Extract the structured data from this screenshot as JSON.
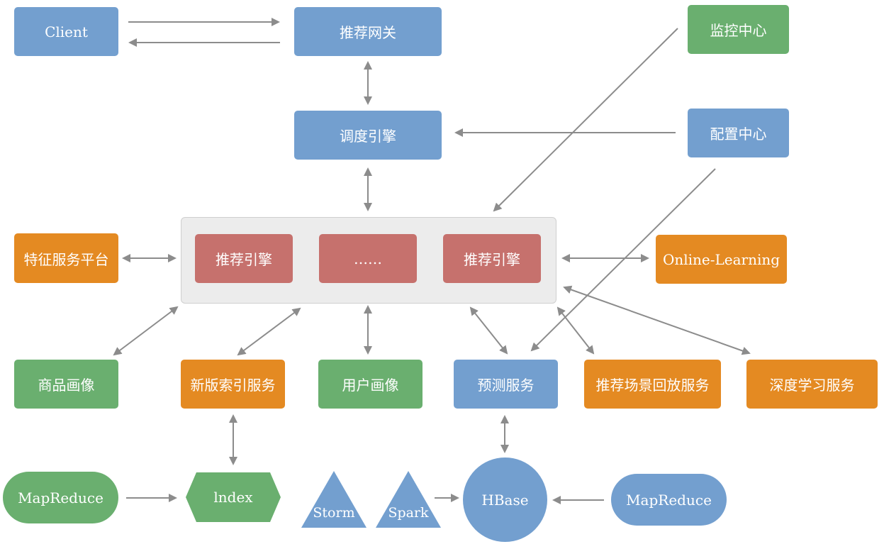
{
  "colors": {
    "blue": "#739fcf",
    "green": "#6aaf6f",
    "orange": "#e48a22",
    "red": "#c6716d",
    "arrow": "#8c8c8c",
    "group_bg": "#ececec"
  },
  "nodes": {
    "client": "Client",
    "gateway": "推荐网关",
    "monitor": "监控中心",
    "scheduler": "调度引擎",
    "config": "配置中心",
    "feature_platform": "特征服务平台",
    "engine_1": "推荐引擎",
    "engine_more": "……",
    "engine_2": "推荐引擎",
    "online_learning": "Online-Learning",
    "item_profile": "商品画像",
    "index_service": "新版索引服务",
    "user_profile": "用户画像",
    "prediction": "预测服务",
    "replay": "推荐场景回放服务",
    "deep_learning": "深度学习服务",
    "mapreduce_left": "MapReduce",
    "index": "lndex",
    "storm": "Storm",
    "spark": "Spark",
    "hbase": "HBase",
    "mapreduce_right": "MapReduce"
  }
}
